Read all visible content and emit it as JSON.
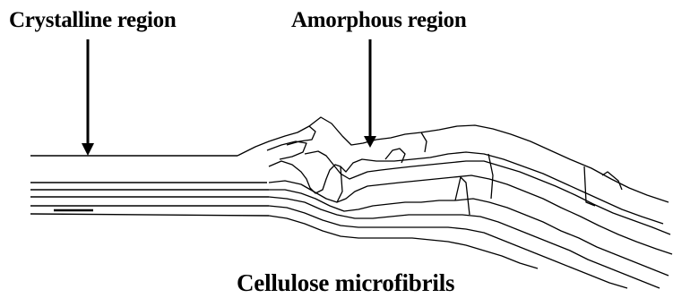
{
  "labels": {
    "crystalline": "Crystalline region",
    "amorphous": "Amorphous region",
    "caption": "Cellulose microfibrils"
  },
  "colors": {
    "ink": "#000000",
    "background": "#ffffff"
  }
}
